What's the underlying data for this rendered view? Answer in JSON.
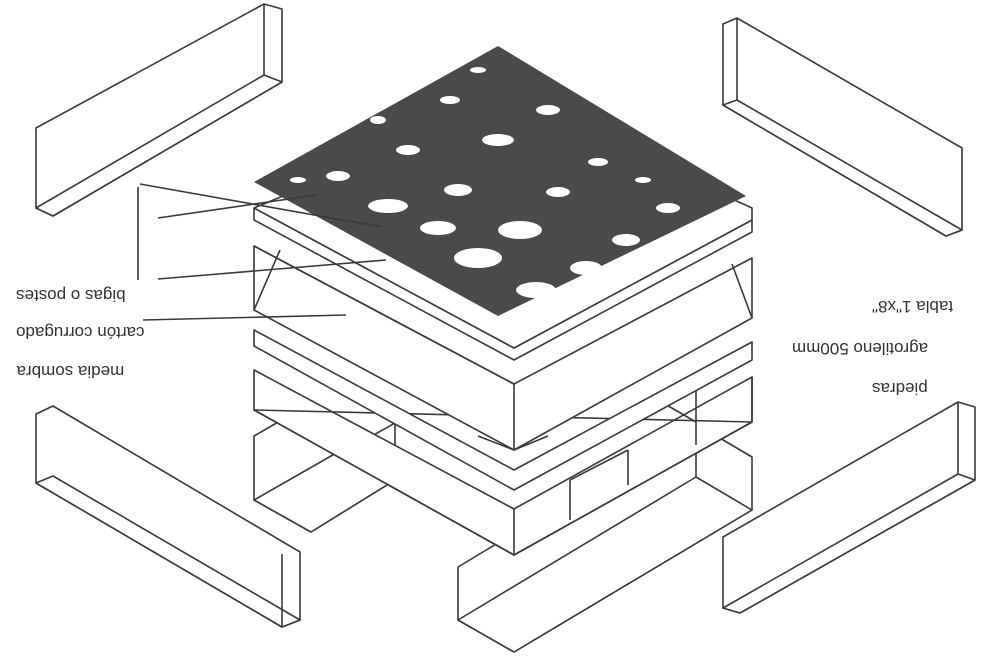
{
  "diagram": {
    "labels": {
      "bigas": "bigas o postes",
      "carton": "cartón corrugado",
      "media_sombra": "media sombra",
      "agrotileno": "agrotileno 500mm",
      "piedras": "piedras",
      "tabla": "tabla 1\"x8\""
    },
    "colors": {
      "line": "#3a3a3a",
      "stone_bed": "#4a4a4a",
      "background": "#ffffff",
      "text": "#333333"
    },
    "orientation": "upside-down"
  }
}
